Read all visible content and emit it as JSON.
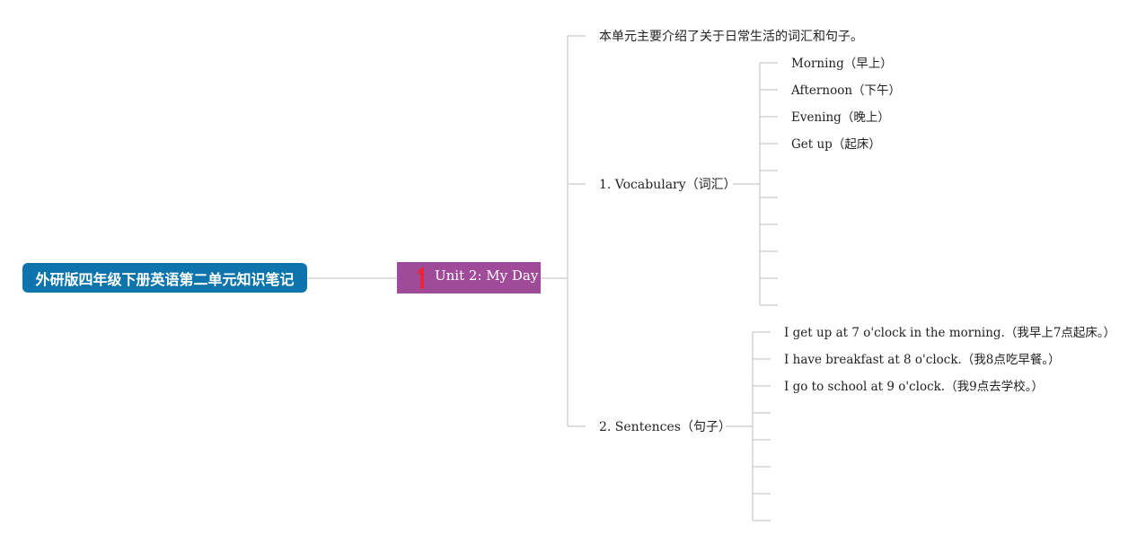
{
  "root": {
    "title": "外研版四年级下册英语第二单元知识笔记"
  },
  "unit": {
    "title": "Unit 2: My Day",
    "marker": "1"
  },
  "intro": {
    "text": "本单元主要介绍了关于日常生活的词汇和句子。"
  },
  "vocabulary": {
    "title": "1. Vocabulary（词汇）",
    "items": [
      "Morning（早上）",
      "Afternoon（下午）",
      "Evening（晚上）",
      "Get up（起床）"
    ]
  },
  "sentences": {
    "title": "2. Sentences（句子）",
    "items": [
      "I get up at 7 o'clock in the morning.（我早上7点起床。）",
      "I have breakfast at 8 o'clock.（我8点吃早餐。）",
      "I go to school at 9 o'clock.（我9点去学校。）"
    ]
  },
  "colors": {
    "root": "#0e75ac",
    "unit": "#a04a9a",
    "marker": "#e8253b",
    "connector": "#d0d0d0"
  }
}
